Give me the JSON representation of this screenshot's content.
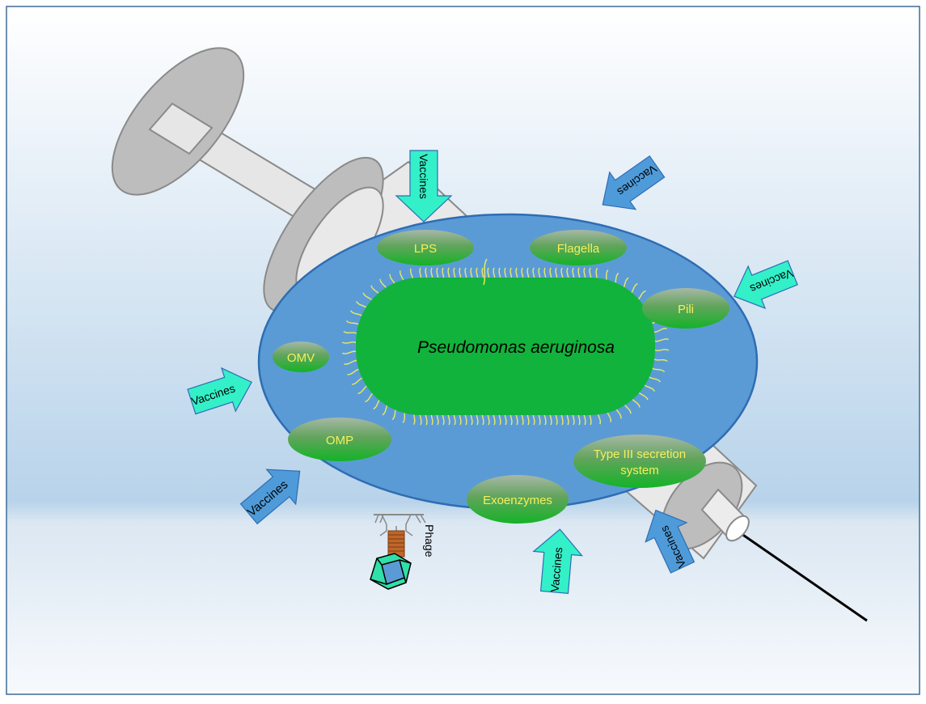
{
  "organism": "Pseudomonas aeruginosa",
  "antigens": {
    "lps": "LPS",
    "flagella": "Flagella",
    "pili": "Pili",
    "omv": "OMV",
    "omp": "OMP",
    "t3ss_line1": "Type III secretion",
    "t3ss_line2": "system",
    "exoenzymes": "Exoenzymes"
  },
  "vaccine_label": "Vaccines",
  "phage_label": "Phage",
  "colors": {
    "cell_blue": "#5b9bd5",
    "cell_outline": "#2e6db4",
    "bacterium_green": "#11b33c",
    "pili_yellow": "#e8ea62",
    "antigen_text": "#f5f05a",
    "arrow_cyan": "#33f0c8",
    "arrow_blue": "#4f9bd9",
    "syringe_grey": "#bdbdbd"
  }
}
